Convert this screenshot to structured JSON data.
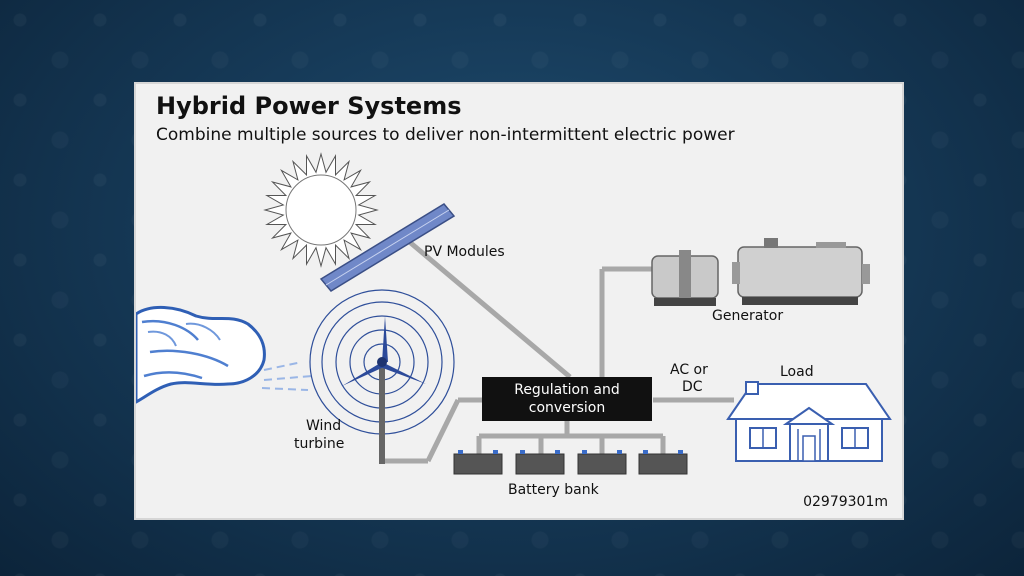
{
  "diagram": {
    "title": "Hybrid Power Systems",
    "subtitle": "Combine multiple sources to deliver non-intermittent electric power",
    "labels": {
      "pv_modules": "PV Modules",
      "generator": "Generator",
      "ac_or": "AC or",
      "dc": "DC",
      "load": "Load",
      "regulation": "Regulation and conversion",
      "wind_line1": "Wind",
      "wind_line2": "turbine",
      "battery_bank": "Battery bank"
    },
    "code": "02979301m",
    "icons": [
      "sun-icon",
      "pv-panel-icon",
      "wind-turbine-icon",
      "wind-gust-icon",
      "generator-icon",
      "house-icon",
      "battery-icon"
    ],
    "colors": {
      "panel_blue": "#6f86c4",
      "connector_gray": "#a8a8a8",
      "box_black": "#111111",
      "wind_blue": "#2f5fb5"
    }
  }
}
